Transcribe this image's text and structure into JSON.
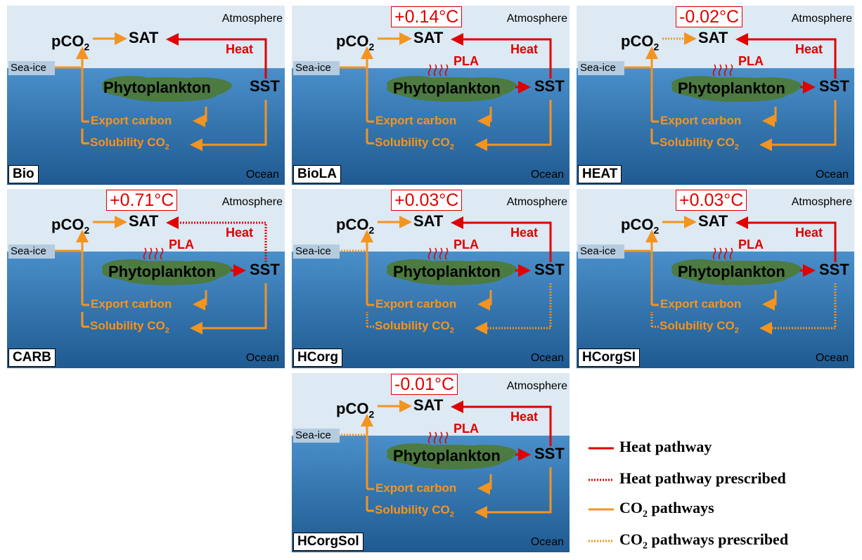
{
  "labels": {
    "atmosphere": "Atmosphere",
    "ocean": "Ocean",
    "sea_ice": "Sea-ice",
    "pco2_main": "pCO",
    "pco2_sub": "2",
    "sat": "SAT",
    "heat": "Heat",
    "phytoplankton": "Phytoplankton",
    "sst": "SST",
    "pla": "PLA",
    "export_carbon": "Export carbon",
    "solubility_main": "Solubility CO",
    "solubility_sub": "2"
  },
  "panels": [
    {
      "name": "Bio",
      "delta": "",
      "pla": false,
      "heat_dotted": false,
      "pco2_sat_dotted": false,
      "seaice_dotted": false,
      "solubility_dotted": false
    },
    {
      "name": "BioLA",
      "delta": "+0.14°C",
      "pla": true,
      "heat_dotted": false,
      "pco2_sat_dotted": false,
      "seaice_dotted": false,
      "solubility_dotted": false
    },
    {
      "name": "HEAT",
      "delta": "-0.02°C",
      "pla": true,
      "heat_dotted": false,
      "pco2_sat_dotted": true,
      "seaice_dotted": false,
      "solubility_dotted": false
    },
    {
      "name": "CARB",
      "delta": "+0.71°C",
      "pla": true,
      "heat_dotted": true,
      "pco2_sat_dotted": false,
      "seaice_dotted": false,
      "solubility_dotted": false
    },
    {
      "name": "HCorg",
      "delta": "+0.03°C",
      "pla": true,
      "heat_dotted": false,
      "pco2_sat_dotted": false,
      "seaice_dotted": true,
      "solubility_dotted": true
    },
    {
      "name": "HCorgSI",
      "delta": "+0.03°C",
      "pla": true,
      "heat_dotted": false,
      "pco2_sat_dotted": false,
      "seaice_dotted": false,
      "solubility_dotted": true
    },
    {
      "name": "HCorgSol",
      "delta": "-0.01°C",
      "pla": true,
      "heat_dotted": false,
      "pco2_sat_dotted": false,
      "seaice_dotted": true,
      "solubility_dotted": false
    }
  ],
  "legend": {
    "heat_pathway": "Heat pathway",
    "heat_prescribed": "Heat pathway prescribed",
    "co2_pathways_main": "CO",
    "co2_pathways_sub": "2",
    "co2_pathways_rest": " pathways",
    "co2_prescribed_main": "CO",
    "co2_prescribed_sub": "2",
    "co2_prescribed_rest": " pathways prescribed"
  },
  "colors": {
    "heat": "#e00000",
    "co2": "#f39420",
    "sky": "#dde9f3",
    "ocean_top": "#4a8fca",
    "ocean_bottom": "#1f5a91",
    "phyto_blob": "#4e7a34"
  }
}
